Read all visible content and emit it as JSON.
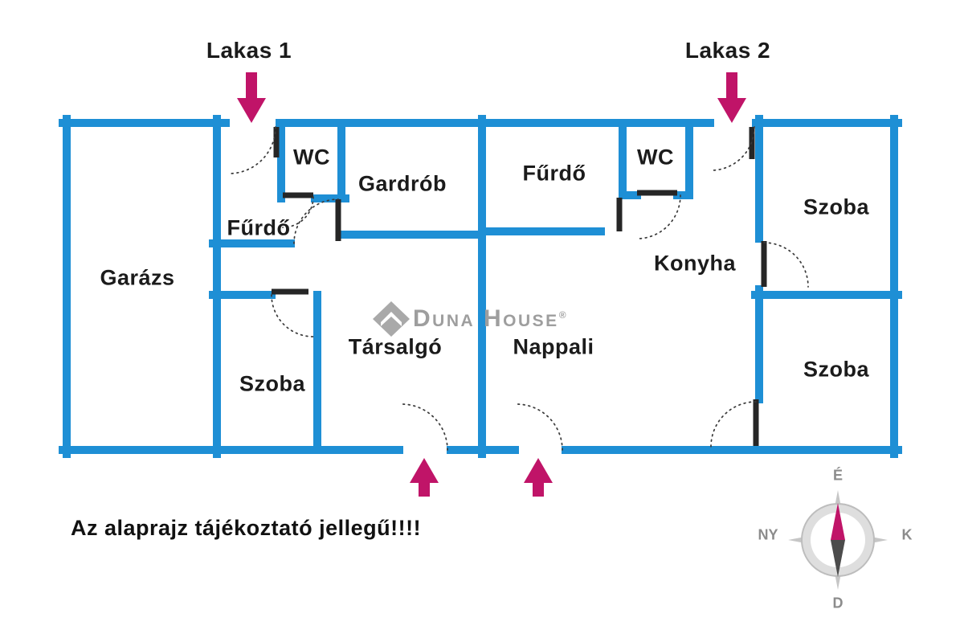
{
  "apartments": [
    {
      "label": "Lakas 1"
    },
    {
      "label": "Lakas 2"
    }
  ],
  "rooms": [
    {
      "name": "garazs",
      "label": "Garázs"
    },
    {
      "name": "furdo-lakas1",
      "label": "Fűrdő"
    },
    {
      "name": "wc-lakas1",
      "label": "WC"
    },
    {
      "name": "gardrob",
      "label": "Gardrób"
    },
    {
      "name": "szoba-lakas1",
      "label": "Szoba"
    },
    {
      "name": "tarsalgo",
      "label": "Társalgó"
    },
    {
      "name": "furdo-lakas2",
      "label": "Fűrdő"
    },
    {
      "name": "wc-lakas2",
      "label": "WC"
    },
    {
      "name": "konyha",
      "label": "Konyha"
    },
    {
      "name": "nappali",
      "label": "Nappali"
    },
    {
      "name": "szoba-felso",
      "label": "Szoba"
    },
    {
      "name": "szoba-also",
      "label": "Szoba"
    }
  ],
  "disclaimer": "Az alaprajz tájékoztató jellegű!!!!",
  "watermark": {
    "brand": "Duna House",
    "registered": "®"
  },
  "compass": {
    "north": "É",
    "south": "D",
    "west": "NY",
    "east": "K"
  },
  "colors": {
    "wall": "#1e8fd5",
    "arrow": "#c01468",
    "watermark": "#9e9e9e"
  }
}
